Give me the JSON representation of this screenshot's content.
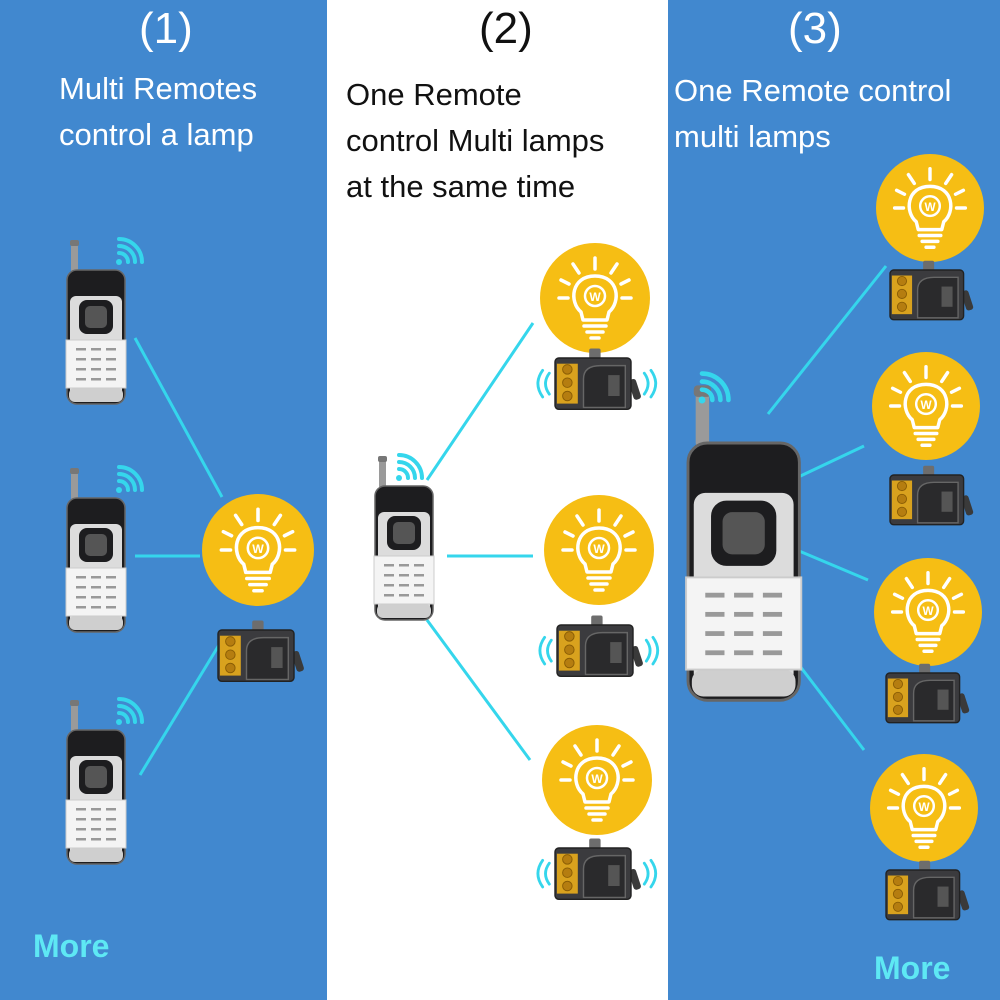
{
  "theme": {
    "panel_blue": "#4188cf",
    "panel_white": "#ffffff",
    "lamp_yellow": "#f6be14",
    "link_cyan": "#35d6ec",
    "more_cyan": "#5ee8f4"
  },
  "panels": [
    {
      "number": "(1)",
      "caption": [
        "Multi Remotes",
        "control a lamp"
      ],
      "more": "More"
    },
    {
      "number": "(2)",
      "caption": [
        "One Remote",
        "control Multi lamps",
        "at the same time"
      ]
    },
    {
      "number": "(3)",
      "caption": [
        "One Remote control",
        "multi lamps"
      ],
      "more": "More"
    }
  ],
  "icons": {
    "lamp": "bulb-icon",
    "remote": "remote-control-icon",
    "receiver": "relay-receiver-icon",
    "signal": "wifi-signal-icon",
    "bulb_letter": "W"
  }
}
